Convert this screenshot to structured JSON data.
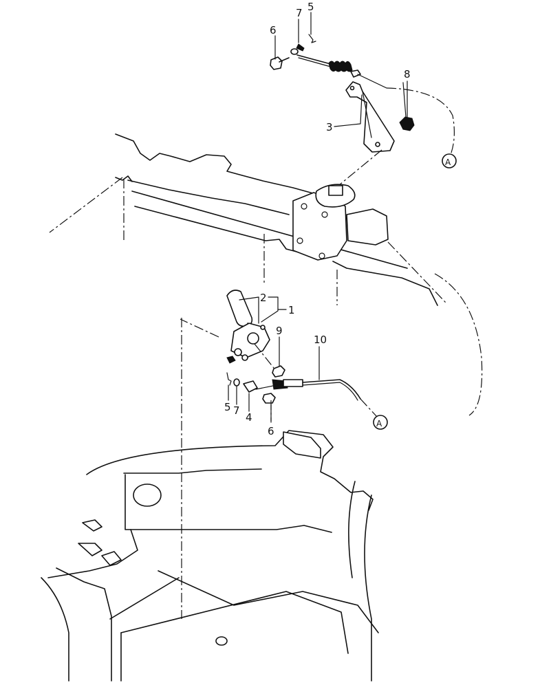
{
  "callouts": {
    "top": {
      "n6": "6",
      "n7": "7",
      "n5": "5",
      "n8": "8",
      "n3": "3",
      "refA": "A"
    },
    "lower": {
      "n2": "2",
      "n1": "1",
      "n9": "9",
      "n10": "10",
      "n5": "5",
      "n7": "7",
      "n4": "4",
      "n6": "6",
      "refA": "A"
    }
  }
}
